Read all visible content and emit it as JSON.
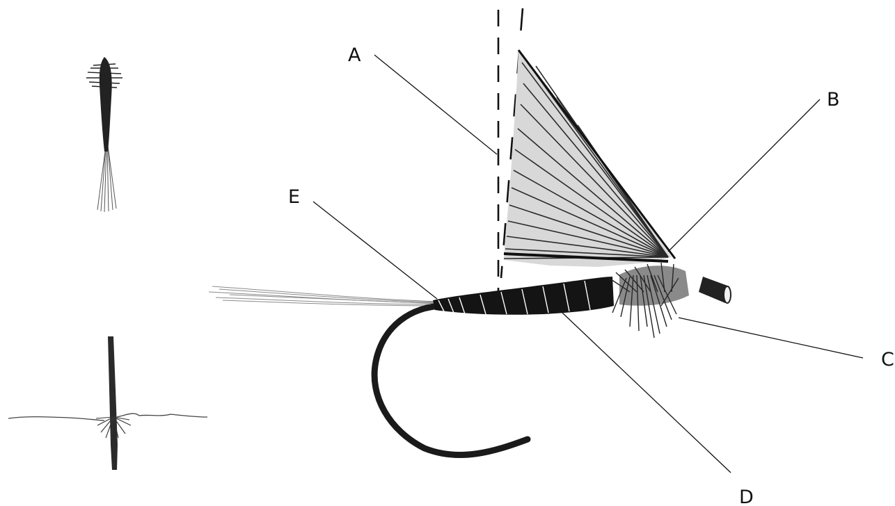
{
  "colors": {
    "ink": "#111111",
    "hook": "#1a1a1a",
    "wing": "#2a2a2a",
    "tail": "#8a8a8a",
    "background": "#ffffff"
  },
  "callouts": {
    "a": "A",
    "b": "B",
    "c": "C",
    "d": "D",
    "e": "E"
  }
}
